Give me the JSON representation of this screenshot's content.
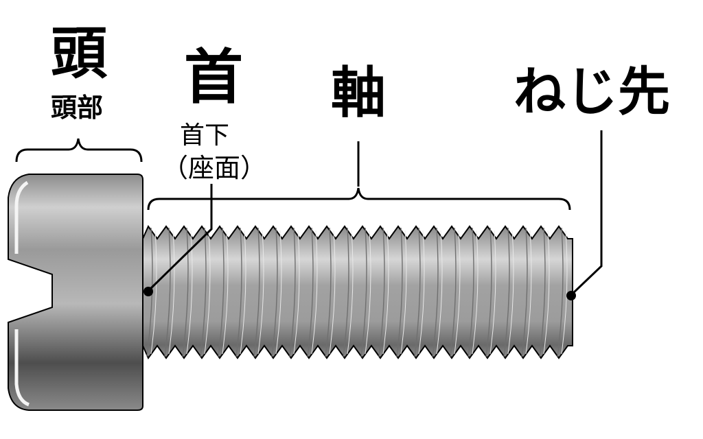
{
  "labels": {
    "head": {
      "title": "頭",
      "subtitle": "頭部"
    },
    "neck": {
      "title": "首",
      "subtitle_line1": "首下",
      "subtitle_line2": "（座面）"
    },
    "shaft": {
      "title": "軸"
    },
    "tip": {
      "title": "ねじ先"
    }
  },
  "colors": {
    "line": "#000000",
    "metal_dark": "#5a5a5a",
    "metal_mid": "#a8a8a8",
    "metal_light": "#eeeeee",
    "background": "#ffffff"
  }
}
